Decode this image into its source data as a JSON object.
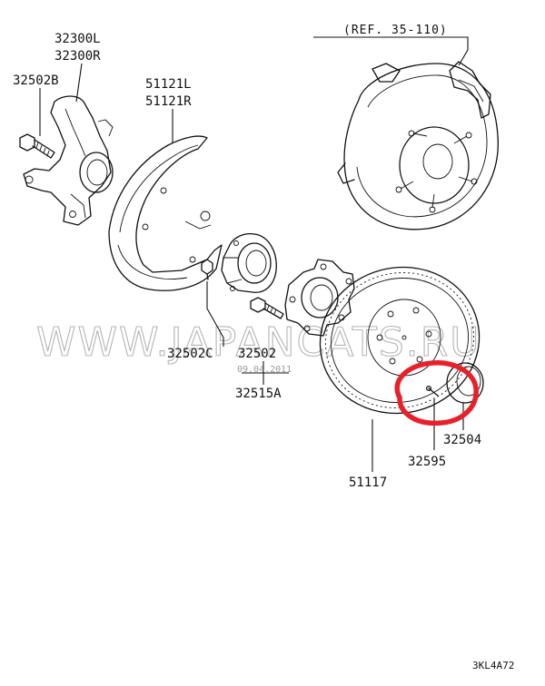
{
  "diagram": {
    "reference": "(REF. 35-110)",
    "watermark": "WWW.JAPANCATS.RU",
    "stamp": "09.04.2011",
    "drawing_code": "3KL4A72",
    "highlight_color": "#e8202a",
    "labels": {
      "knuckle_l": "32300L",
      "knuckle_r": "32300R",
      "knuckle_bolt": "32502B",
      "dust_cover_l": "51121L",
      "dust_cover_r": "51121R",
      "bearing_bolt_c": "32502C",
      "bearing_bolt": "32502",
      "hub_assembly": "32515A",
      "hub_cap": "32504",
      "rotor_screw": "32595",
      "brake_rotor": "51117"
    }
  }
}
